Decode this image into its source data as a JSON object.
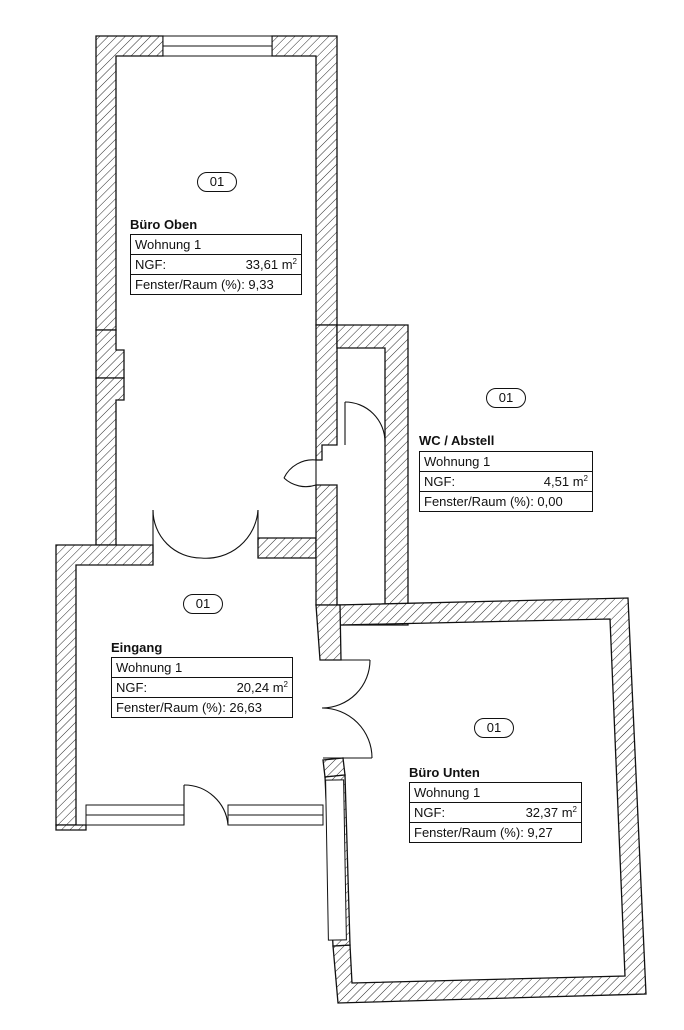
{
  "rooms": {
    "buero_oben": {
      "badge": "01",
      "title": "Büro Oben",
      "unit": "Wohnung 1",
      "ngf_label": "NGF:",
      "ngf_value": "33,61 m",
      "ngf_sup": "2",
      "fenster": "Fenster/Raum (%): 9,33"
    },
    "wc_abstell": {
      "badge": "01",
      "title": "WC / Abstell",
      "unit": "Wohnung 1",
      "ngf_label": "NGF:",
      "ngf_value": "4,51 m",
      "ngf_sup": "2",
      "fenster": "Fenster/Raum (%): 0,00"
    },
    "eingang": {
      "badge": "01",
      "title": "Eingang",
      "unit": "Wohnung 1",
      "ngf_label": "NGF:",
      "ngf_value": "20,24 m",
      "ngf_sup": "2",
      "fenster": "Fenster/Raum (%): 26,63"
    },
    "buero_unten": {
      "badge": "01",
      "title": "Büro Unten",
      "unit": "Wohnung 1",
      "ngf_label": "NGF:",
      "ngf_value": "32,37 m",
      "ngf_sup": "2",
      "fenster": "Fenster/Raum (%): 9,27"
    }
  }
}
